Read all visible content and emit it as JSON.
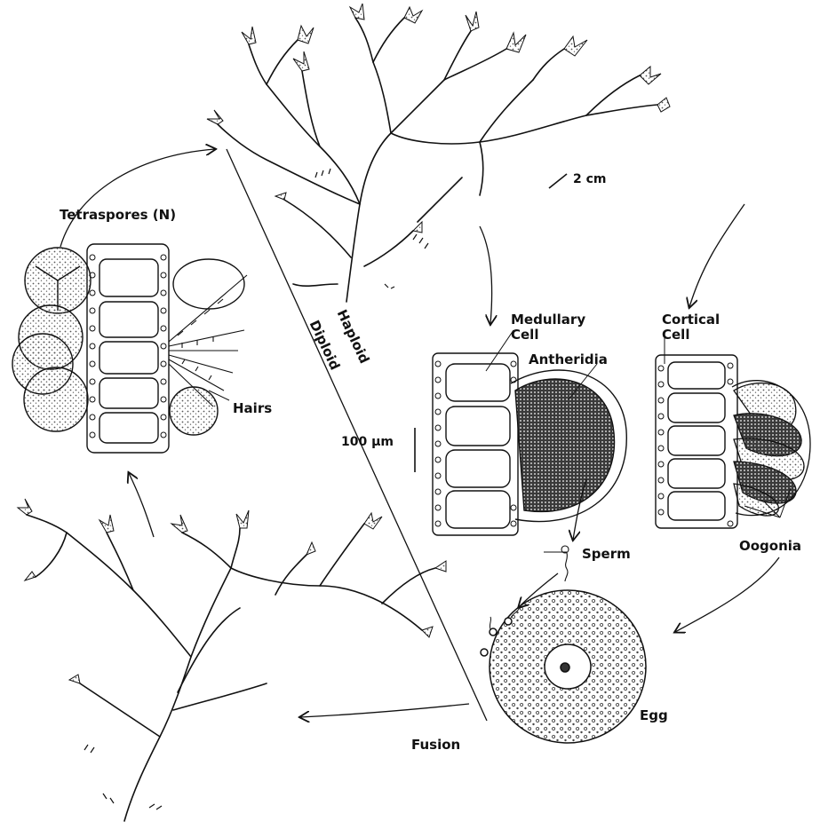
{
  "labels": {
    "tetraspores": "Tetraspores (N)",
    "hairs": "Hairs",
    "haploid": "Haploid",
    "diploid": "Diploid",
    "medullary_cell": "Medullary\nCell",
    "cortical_cell": "Cortical\nCell",
    "antheridia": "Antheridia",
    "sperm": "Sperm",
    "oogonia": "Oogonia",
    "egg": "Egg",
    "fusion": "Fusion"
  },
  "scale_bars": {
    "thallus": "2 cm",
    "cells": "100 µm"
  },
  "colors": {
    "ink": "#111111",
    "background": "#ffffff",
    "stipple": "#555555"
  }
}
